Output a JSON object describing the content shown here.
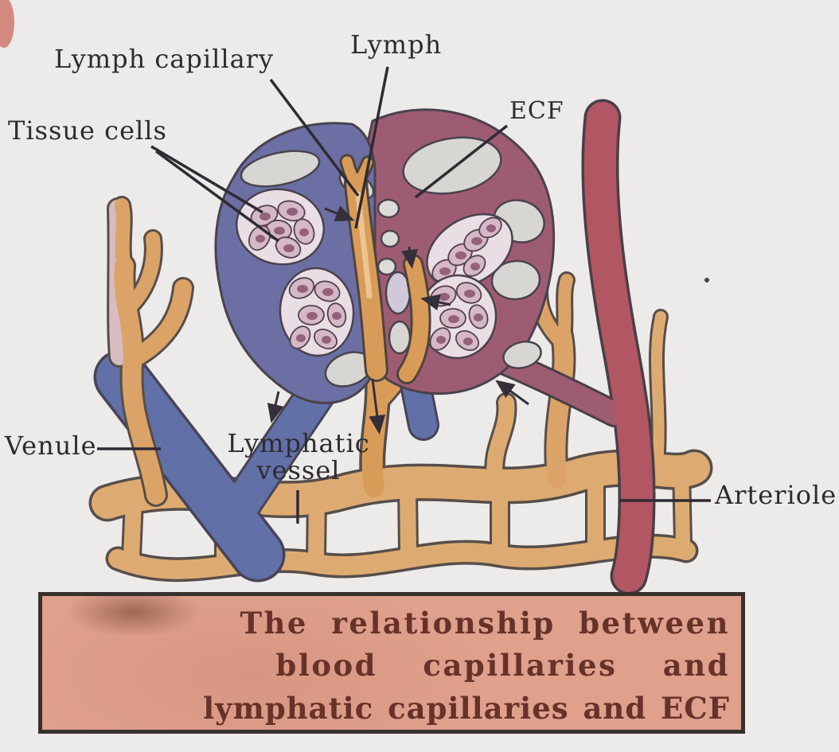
{
  "figure": {
    "type": "biology-diagram",
    "subject": "Relationship between blood capillaries, lymphatic capillaries and ECF"
  },
  "labels": {
    "lymph_capillary": "Lymph capillary",
    "lymph": "Lymph",
    "tissue_cells": "Tissue cells",
    "ecf": "ECF",
    "venule": "Venule",
    "lymphatic_vessel_line1": "Lymphatic",
    "lymphatic_vessel_line2": "vessel",
    "arteriole": "Arteriole"
  },
  "caption": {
    "line1": "The relationship between",
    "line2": "blood capillaries and",
    "line3": "lymphatic capillaries and ECF"
  },
  "colors": {
    "background": "#edebe9",
    "venule_blue": "#6270a8",
    "capillary_blue": "#6b6fa3",
    "arteriole_red": "#b25663",
    "capillary_maroon": "#9e5c72",
    "lymph_tan": "#ddab72",
    "lymph_capillary_tan": "#d99c58",
    "ecf_gray": "#d8d6d3",
    "cell_pink": "#d5b9c6",
    "cell_nucleus": "#94617d",
    "outline": "#4a424e",
    "caption_bg": "#dfa08c",
    "caption_text": "#66322a",
    "label_text": "#2e2b30"
  }
}
